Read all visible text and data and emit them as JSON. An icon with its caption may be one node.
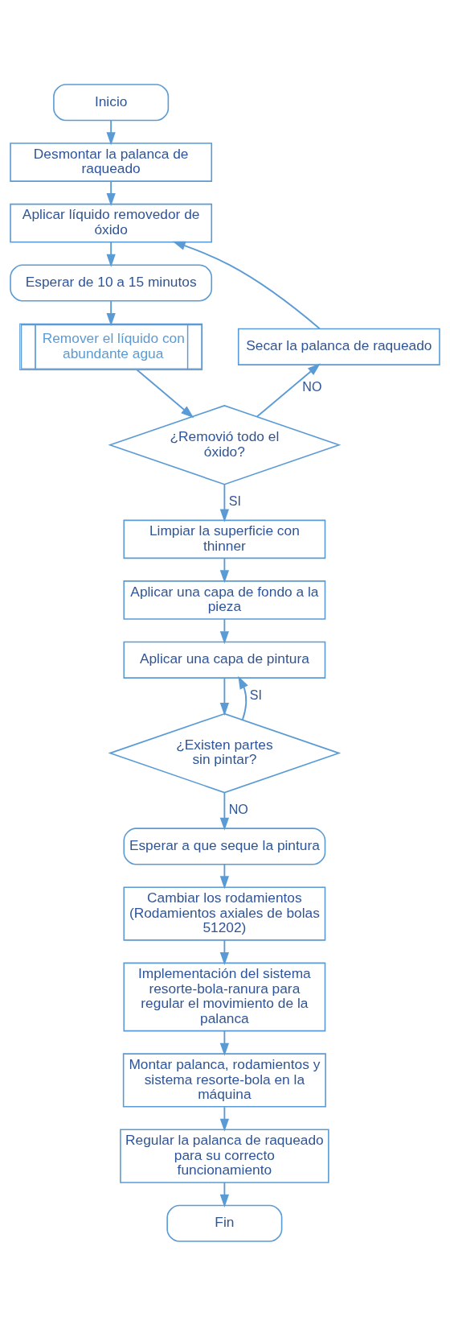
{
  "diagram": {
    "nodes": [
      {
        "text": [
          "Inicio"
        ]
      },
      {
        "text": [
          "Desmontar la palanca de raqueado"
        ]
      },
      {
        "text": [
          "Aplicar líquido removedor de óxido"
        ]
      },
      {
        "text": [
          "Esperar de 10 a 15 minutos"
        ]
      },
      {
        "text": [
          "Remover el líquido con abundante agua"
        ]
      },
      {
        "text": [
          "¿Removió todo el óxido?"
        ]
      },
      {
        "text": [
          "Secar la palanca de raqueado"
        ]
      },
      {
        "text": [
          "Limpiar la superficie con thinner"
        ]
      },
      {
        "text": [
          "Aplicar una capa de fondo a la pieza"
        ]
      },
      {
        "text": [
          "Aplicar una capa de pintura"
        ]
      },
      {
        "text": [
          "¿Existen partes sin pintar?"
        ]
      },
      {
        "text": [
          "Esperar a que seque la pintura"
        ]
      },
      {
        "text": [
          "Cambiar los rodamientos (Rodamientos axiales de bolas 51202)"
        ]
      },
      {
        "text": [
          "Implementación del sistema resorte-bola-ranura para regular el movimiento de la palanca"
        ]
      },
      {
        "text": [
          "Montar palanca, rodamientos y sistema resorte-bola en la máquina"
        ]
      },
      {
        "text": [
          "Regular la palanca de raqueado para su correcto funcionamiento"
        ]
      },
      {
        "text": [
          "Fin"
        ]
      }
    ],
    "edges": [
      {
        "from": 0,
        "to": 1,
        "arrow": "to"
      },
      {
        "from": 1,
        "to": 2,
        "arrow": "to"
      },
      {
        "from": 2,
        "to": 3,
        "arrow": "to"
      },
      {
        "from": 3,
        "to": 4,
        "arrow": "to"
      },
      {
        "from": 4,
        "to": 5,
        "arrow": "to"
      },
      {
        "from": 5,
        "to": 6,
        "arrow": "to",
        "label": "NO"
      },
      {
        "from": 6,
        "to": 2,
        "arrow": "to"
      },
      {
        "from": 5,
        "to": 7,
        "arrow": "to",
        "label": "SI"
      },
      {
        "from": 7,
        "to": 8,
        "arrow": "to"
      },
      {
        "from": 8,
        "to": 9,
        "arrow": "to"
      },
      {
        "from": 9,
        "to": 10,
        "arrow": "to"
      },
      {
        "from": 10,
        "to": 9,
        "arrow": "to",
        "label": "SI"
      },
      {
        "from": 10,
        "to": 11,
        "arrow": "to",
        "label": "NO"
      },
      {
        "from": 11,
        "to": 12,
        "arrow": "to"
      },
      {
        "from": 12,
        "to": 13,
        "arrow": "to"
      },
      {
        "from": 13,
        "to": 14,
        "arrow": "to"
      },
      {
        "from": 14,
        "to": 15,
        "arrow": "to"
      },
      {
        "from": 15,
        "to": 16,
        "arrow": "to"
      }
    ]
  }
}
